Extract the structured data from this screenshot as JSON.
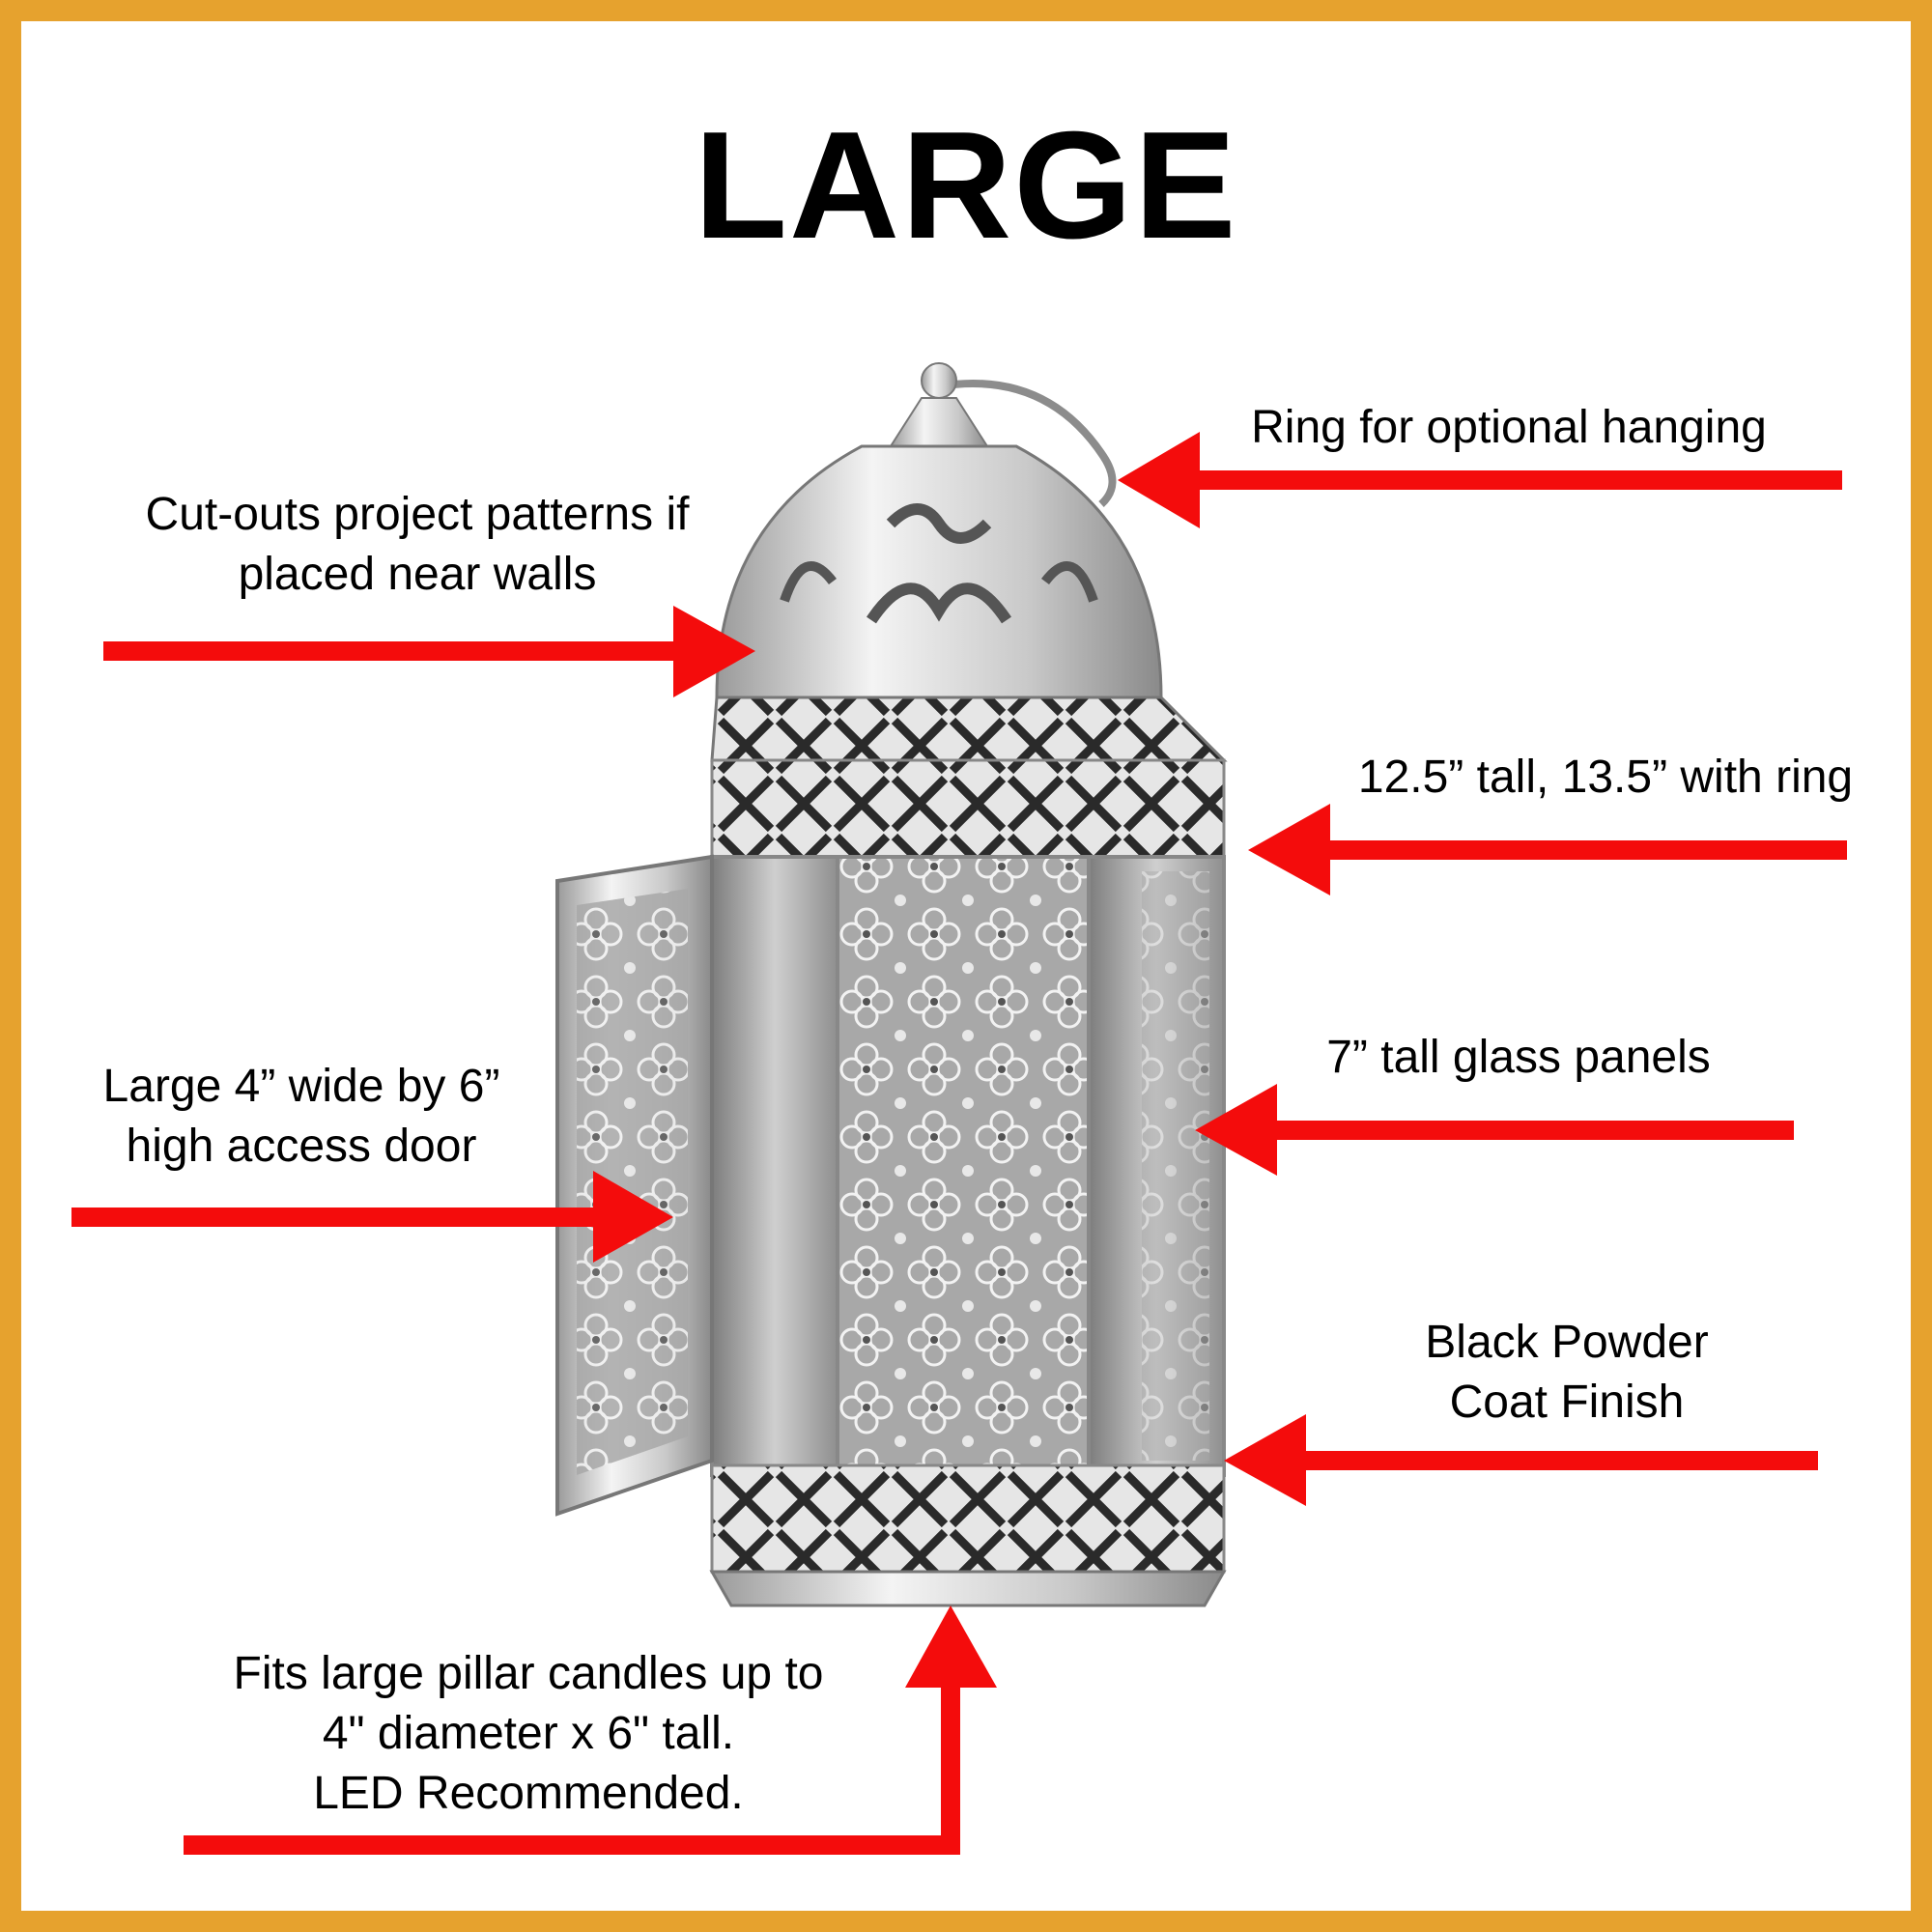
{
  "title": "LARGE",
  "colors": {
    "border": "#E6A22E",
    "arrow": "#F40C0C",
    "metal_light": "#F2F2F2",
    "metal_mid": "#BDBDBD",
    "metal_dark": "#6B6B6B"
  },
  "callouts": {
    "ring": [
      "Ring for optional hanging"
    ],
    "cutouts": [
      "Cut-outs project patterns if",
      "placed near walls"
    ],
    "height": [
      "12.5” tall, 13.5” with ring"
    ],
    "door": [
      "Large 4” wide by 6”",
      "high access door"
    ],
    "panels": [
      "7” tall glass panels"
    ],
    "finish": [
      "Black Powder",
      "Coat Finish"
    ],
    "candles": [
      "Fits large pillar candles up to",
      "4\" diameter x 6\" tall.",
      "LED Recommended."
    ]
  },
  "image": {
    "subject": "moroccan-lantern"
  }
}
